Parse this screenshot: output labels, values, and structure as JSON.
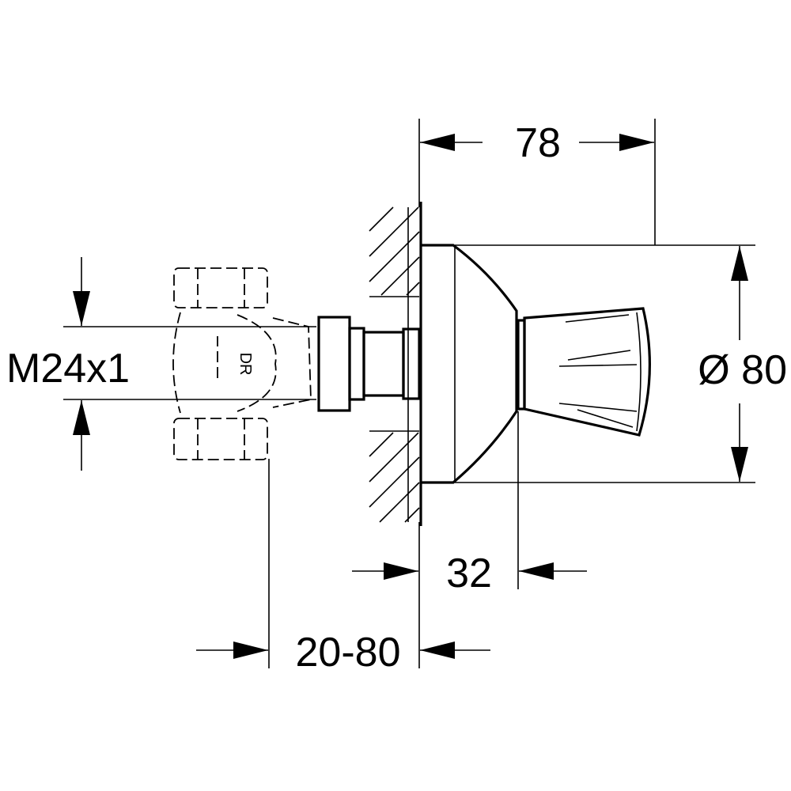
{
  "drawing": {
    "dimensions": {
      "knob_projection": "78",
      "rosette_diameter": "Ø 80",
      "thread": "M24x1",
      "rosette_depth": "32",
      "wall_range": "20-80"
    },
    "valve_marking": "DR"
  }
}
